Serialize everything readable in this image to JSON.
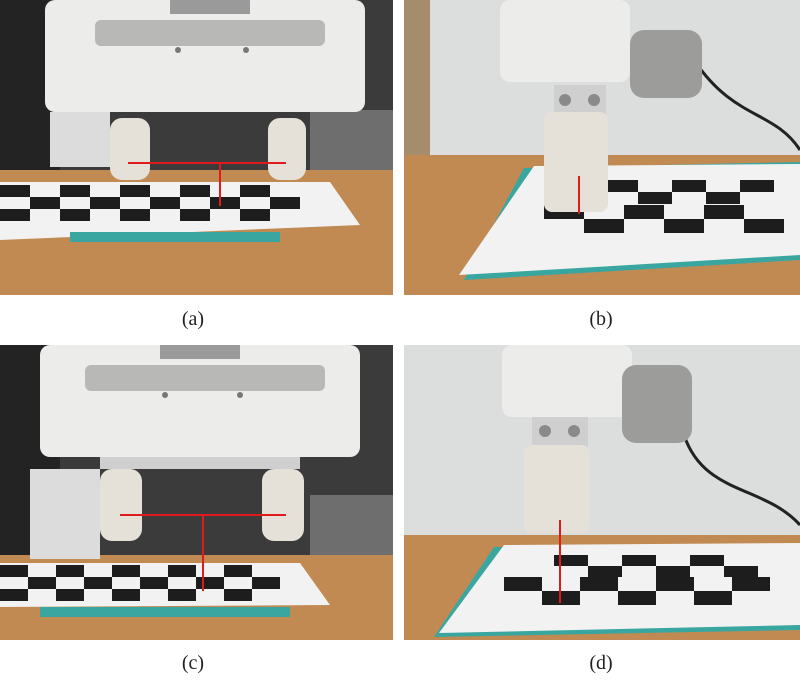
{
  "figure": {
    "panels": [
      {
        "id": "a",
        "caption": "(a)",
        "view": "front",
        "gripper": "open-narrow"
      },
      {
        "id": "b",
        "caption": "(b)",
        "view": "side",
        "gripper": "single-finger-raised"
      },
      {
        "id": "c",
        "caption": "(c)",
        "view": "front",
        "gripper": "open-wide"
      },
      {
        "id": "d",
        "caption": "(d)",
        "view": "side",
        "gripper": "single-finger-tall"
      }
    ],
    "colors": {
      "table": "#c08a52",
      "board_dark": "#1d1d1d",
      "board_light": "#f2f2f2",
      "mat": "#3aa6a0",
      "gripper_body": "#ececea",
      "finger_wrap": "#e5e1d8",
      "marker_line": "#e01b1b"
    }
  }
}
